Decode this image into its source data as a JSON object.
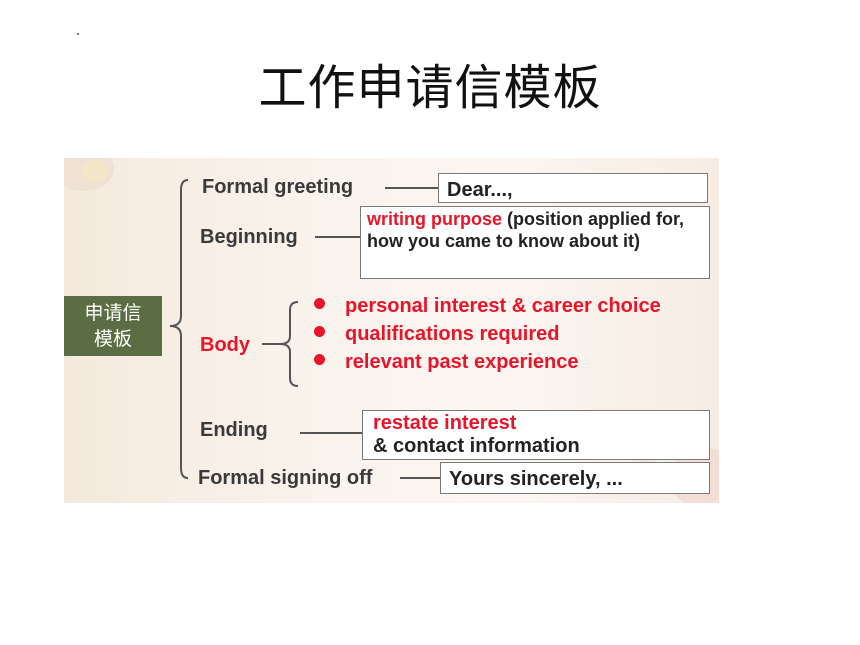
{
  "title": "工作申请信模板",
  "center_label": "申请信\n模板",
  "center_line1": "申请信",
  "center_line2": "模板",
  "sections": {
    "greeting": {
      "label": "Formal greeting",
      "box": "Dear...,"
    },
    "beginning": {
      "label": "Beginning",
      "box_red": "writing purpose",
      "box_rest": " (position applied for, how you came to know about it)"
    },
    "body": {
      "label": "Body",
      "points": [
        "personal interest & career choice",
        "qualifications required",
        "relevant past experience"
      ]
    },
    "ending": {
      "label": "Ending",
      "box_red": "restate interest",
      "box_rest": "& contact information"
    },
    "signoff": {
      "label": "Formal signing off",
      "box": "Yours sincerely, ..."
    }
  },
  "colors": {
    "accent_red": "#e8152a",
    "center_box": "#5b6e43",
    "line": "#555555"
  }
}
